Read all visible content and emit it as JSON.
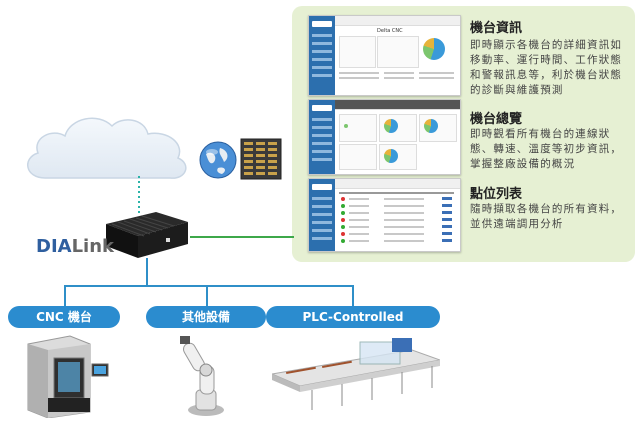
{
  "features": [
    {
      "title": "機台資訊",
      "desc": "即時顯示各機台的詳細資訊如移動率、運行時間、工作狀態和警報訊息等，利於機台狀態的診斷與維護預測"
    },
    {
      "title": "機台總覽",
      "desc": "即時觀看所有機台的連線狀態、轉速、溫度等初步資訊，掌握整廠設備的概況"
    },
    {
      "title": "點位列表",
      "desc": "隨時擷取各機台的所有資料，並供遠端調用分析"
    }
  ],
  "gateway": {
    "brand_prefix": "DIA",
    "brand_suffix": "Link"
  },
  "devices": [
    {
      "label": "CNC 機台"
    },
    {
      "label": "其他設備"
    },
    {
      "label": "PLC-Controlled"
    }
  ],
  "screens": {
    "detail_header": "Delta CNC"
  },
  "colors": {
    "panel": "#e6f0d3",
    "accent": "#2b8ccf",
    "network": "#2f8fc8",
    "link": "#3ea84a"
  }
}
